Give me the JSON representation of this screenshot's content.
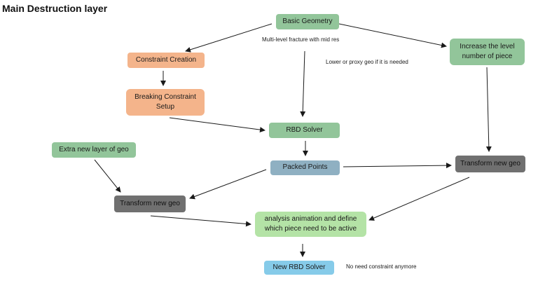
{
  "title": "Main Destruction layer",
  "nodes": {
    "basic_geometry": "Basic Geometry",
    "constraint_creation": "Constraint Creation",
    "breaking_constraint": "Breaking Constraint\nSetup",
    "increase_level": "Increase the level\nnumber of piece",
    "rbd_solver": "RBD Solver",
    "extra_layer": "Extra new layer of geo",
    "packed_points": "Packed Points",
    "transform_right": "Transform new geo",
    "transform_left": "Transform new geo",
    "analysis": "analysis animation and define\nwhich piece need to be active",
    "new_rbd": "New RBD Solver"
  },
  "notes": {
    "multi_level": "Multi-level fracture with mid res",
    "lower_proxy": "Lower or proxy geo if it is needed",
    "no_constraint": "No need constraint anymore"
  }
}
